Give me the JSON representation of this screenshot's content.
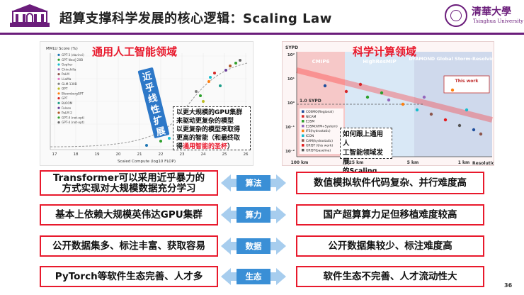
{
  "header": {
    "title": "超算支撑科学发展的核心逻辑：Scaling Law",
    "logo_right_name": "清華大學",
    "logo_right_eng": "Tsinghua University"
  },
  "left_chart": {
    "panel_title": "通用人工智能领域",
    "chart_title": "MMLU Score (%)",
    "xlabel": "Scaled Compute (log10 FLOP)",
    "x_ticks": [
      "17",
      "18",
      "19",
      "20",
      "21",
      "22",
      "23",
      "24",
      "25",
      "26"
    ],
    "legend": [
      "GPT-3 (davinci)",
      "GPT Neo/J 20B",
      "Gopher",
      "Chinchilla",
      "PaLM",
      "LLaMa",
      "GLM-130B",
      "OPT",
      "BloombergGPT",
      "GPT",
      "BLOOM",
      "Falcon",
      "PaLM 2",
      "GPT-4 (not-opt)",
      "GPT-4 (not-opt)"
    ],
    "vertical_label": "近乎线性扩展",
    "note_lines": [
      "以更大规模的GPU集群",
      "来驱动更复杂的模型",
      "以更复杂的模型来取得",
      "更高的智能（和最终取"
    ],
    "note_last_prefix": "得",
    "note_highlight": "通用智能的圣杯",
    "note_suffix": "）"
  },
  "right_chart": {
    "panel_title": "科学计算领域",
    "ylabel": "SYPD",
    "y_ticks": [
      "10²",
      "10¹",
      "10⁰",
      "10⁻¹",
      "10⁻²"
    ],
    "x_ticks": [
      "100 km",
      "25 km",
      "5 km",
      "1 km"
    ],
    "xlabel": "Resolution",
    "bands": [
      "CMIP6",
      "HighResMIP",
      "DYAMOND Global Storm-Resolving"
    ],
    "legend": [
      "COSMO(Regional)",
      "NICAM",
      "E3SM",
      "E3SM(ATM+System)",
      "IFS(hydrostatic)",
      "ICON",
      "CAM(hydrostatic)",
      "GRIST (this work)",
      "GRIST(baseline)"
    ],
    "this_work_label": "This work",
    "band_label": "1.0 SYPD",
    "question_lines": [
      "如何跟上通用人",
      "工智能领域发展",
      "的Scaling Law?"
    ]
  },
  "rows": [
    {
      "left": "Transformer可以采用近乎暴力的",
      "left2": "方式实现对大规模数据充分学习",
      "tag": "算法",
      "right": "数值模拟软件代码复杂、并行难度高"
    },
    {
      "left": "基本上依赖大规模英伟达GPU集群",
      "tag": "算力",
      "right": "国产超算算力足但移植难度较高"
    },
    {
      "left": "公开数据集多、标注丰富、获取容易",
      "tag": "数据",
      "right": "公开数据集较少、标注难度高"
    },
    {
      "left": "PyTorch等软件生态完善、人才多",
      "tag": "生态",
      "right": "软件生态不完善、人才流动性大"
    }
  ],
  "page_number": "36",
  "colors": {
    "accent_red": "#e8192c",
    "tag_blue": "#3a8fd6",
    "brand_purple": "#6b1d7b"
  }
}
